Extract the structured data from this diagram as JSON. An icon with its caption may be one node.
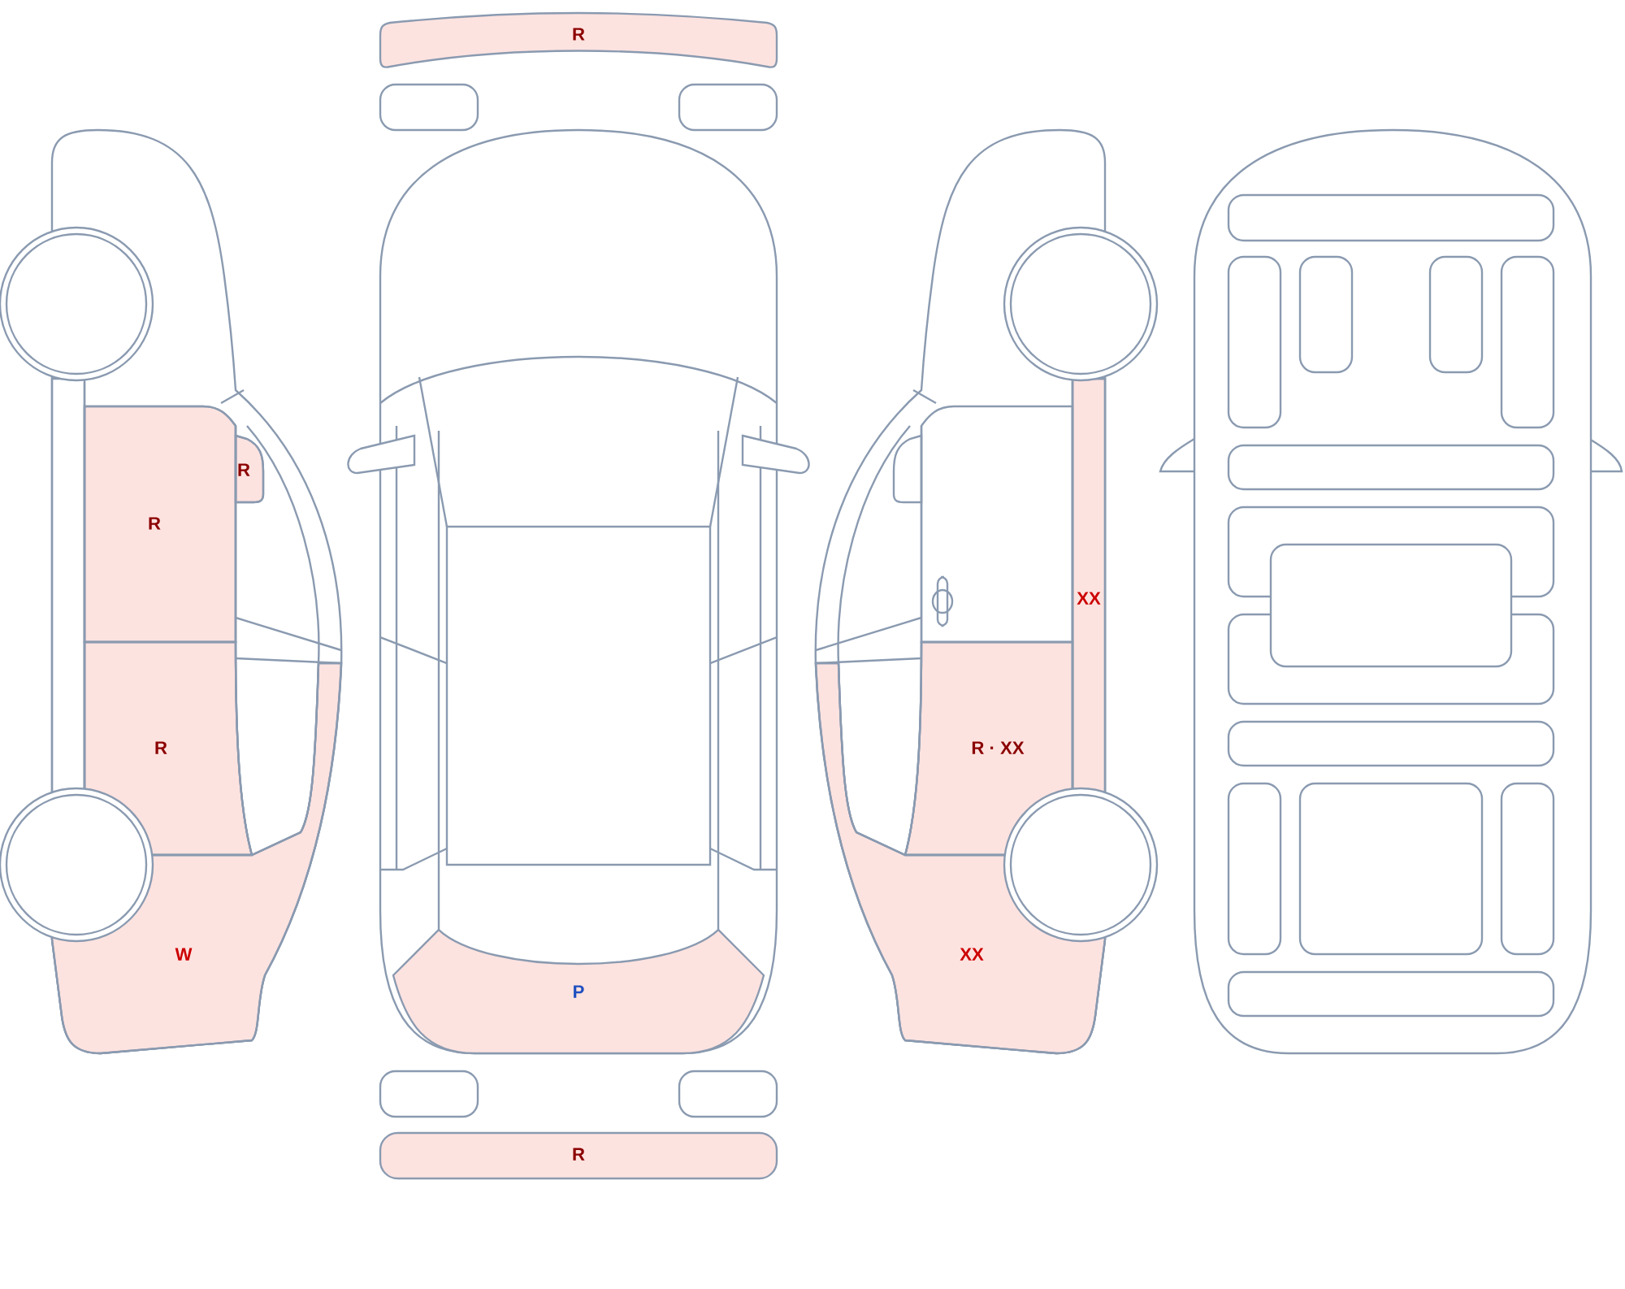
{
  "diagram": {
    "nodes": [
      {
        "text": [
          "R"
        ]
      },
      {
        "text": [
          "R"
        ]
      },
      {
        "text": [
          "R"
        ]
      },
      {
        "text": [
          "R"
        ]
      },
      {
        "text": [
          "W"
        ]
      },
      {
        "text": [
          "P"
        ]
      },
      {
        "text": [
          "R"
        ]
      },
      {
        "text": [
          "XX"
        ]
      },
      {
        "text": [
          "R · XX"
        ]
      },
      {
        "text": [
          "XX"
        ]
      }
    ]
  }
}
